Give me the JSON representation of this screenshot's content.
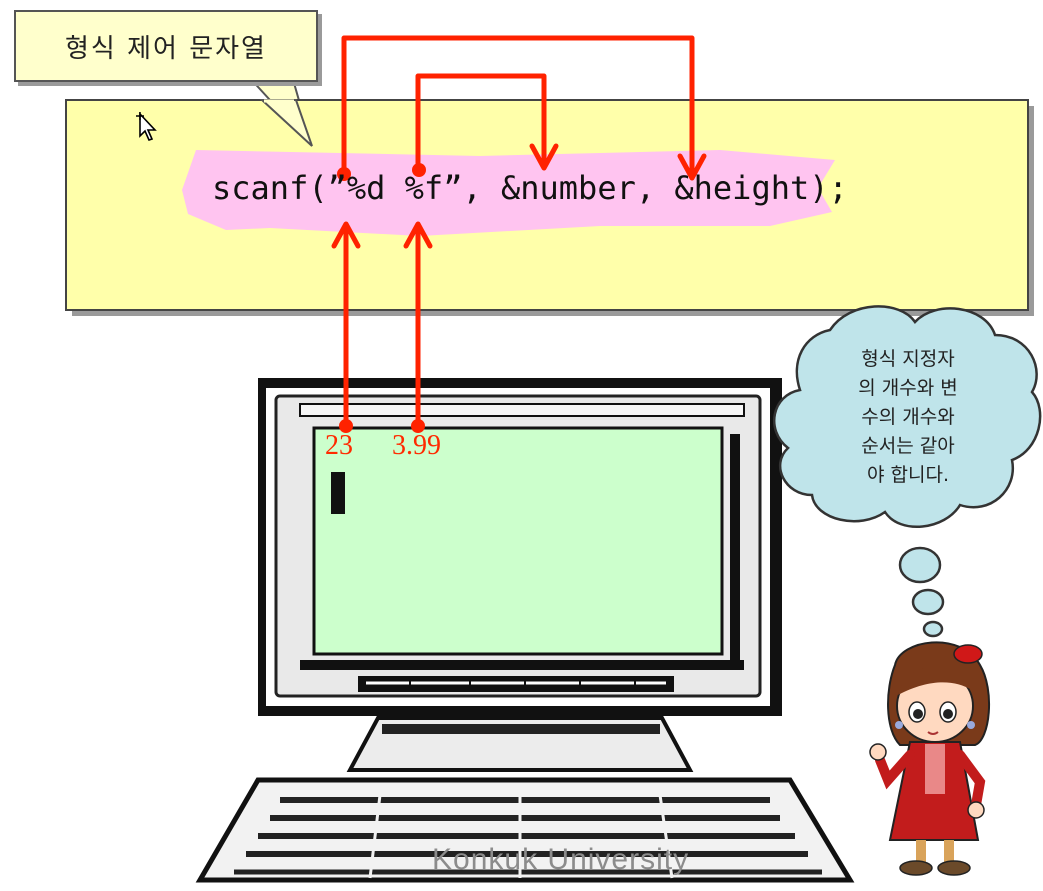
{
  "callout": {
    "text": "형식 제어 문자열"
  },
  "code": {
    "line": "scanf(”%d %f”, &number, &height);"
  },
  "console": {
    "value1": "23",
    "value2": "3.99"
  },
  "thought_bubble": {
    "lines": [
      "형식 지정자",
      "의 개수와 변",
      "수의 개수와",
      "순서는 같아",
      "야 합니다."
    ]
  },
  "watermark": "Konkuk University",
  "colors": {
    "panel": "#ffffaa",
    "highlight": "#ffc4f0",
    "arrow": "#ff2200",
    "screen": "#ccffcc",
    "cloud": "#bfe4ea",
    "callout": "#ffffcc"
  },
  "icons": [
    "cursor-icon",
    "monitor-icon",
    "keyboard-icon",
    "girl-character-icon",
    "thought-bubble-icon"
  ]
}
